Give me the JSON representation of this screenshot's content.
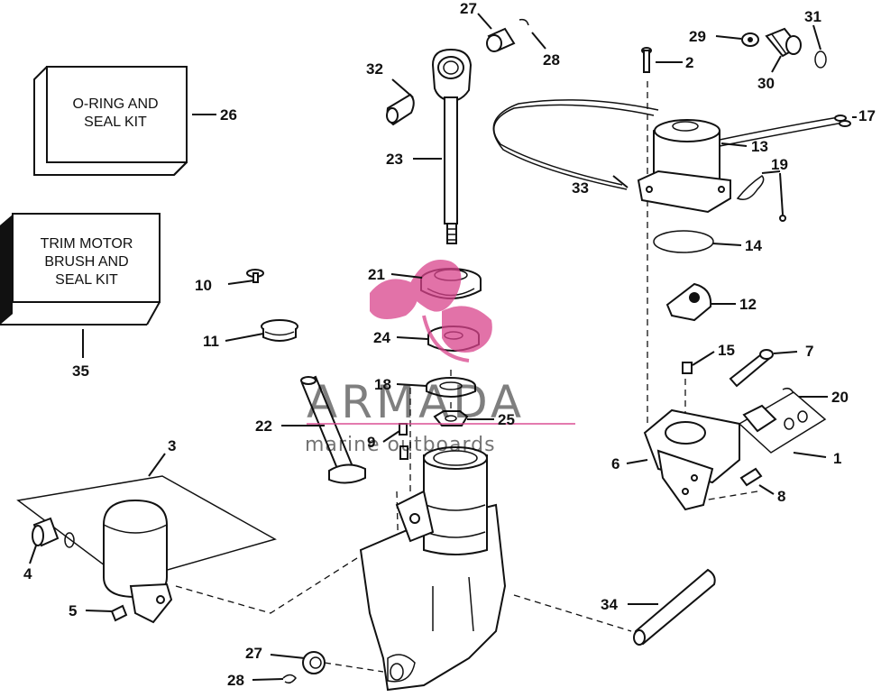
{
  "kits": {
    "oring": [
      "O-RING AND",
      "SEAL KIT"
    ],
    "brush": [
      "TRIM MOTOR",
      "BRUSH AND",
      "SEAL KIT"
    ]
  },
  "watermark": {
    "brand": "ARMADA",
    "tagline": "marine outboards",
    "color": "#d9438c"
  },
  "callouts": {
    "c1": "1",
    "c2": "2",
    "c3": "3",
    "c4": "4",
    "c5": "5",
    "c6": "6",
    "c7": "7",
    "c8": "8",
    "c9": "9",
    "c10": "10",
    "c11": "11",
    "c12": "12",
    "c13": "13",
    "c14": "14",
    "c15": "15",
    "c17": "17",
    "c18": "18",
    "c19": "19",
    "c20": "20",
    "c21": "21",
    "c22": "22",
    "c23": "23",
    "c24": "24",
    "c25": "25",
    "c26": "26",
    "c27a": "27",
    "c27b": "27",
    "c28a": "28",
    "c28b": "28",
    "c29": "29",
    "c30": "30",
    "c31": "31",
    "c32": "32",
    "c33": "33",
    "c34": "34",
    "c35": "35"
  }
}
